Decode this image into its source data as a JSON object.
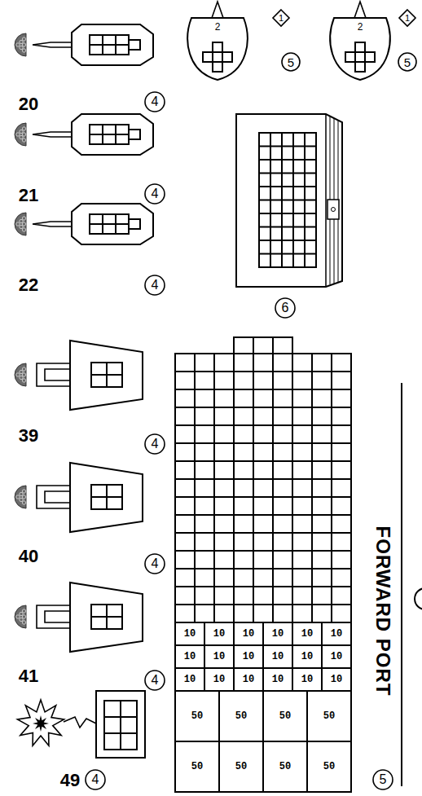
{
  "diagram": {
    "nodes": [
      {
        "text": [
          "1"
        ]
      },
      {
        "text": [
          "5"
        ]
      },
      {
        "text": [
          "1"
        ]
      },
      {
        "text": [
          "5"
        ]
      },
      {
        "text": [
          "4"
        ]
      },
      {
        "text": [
          "4"
        ]
      },
      {
        "text": [
          "6"
        ]
      },
      {
        "text": [
          "4"
        ]
      },
      {
        "text": [
          "4"
        ]
      },
      {
        "text": [
          "4"
        ]
      },
      {
        "text": [
          "4"
        ]
      },
      {
        "text": [
          "4"
        ]
      },
      {
        "text": [
          "5"
        ]
      }
    ],
    "labels": [
      "20",
      "21",
      "22",
      "39",
      "40",
      "41",
      "49",
      "2",
      "2",
      "10",
      "10",
      "10",
      "10",
      "10",
      "10",
      "10",
      "10",
      "10",
      "10",
      "10",
      "10",
      "10",
      "10",
      "10",
      "10",
      "10",
      "10",
      "50",
      "50",
      "50",
      "50",
      "50",
      "50",
      "50",
      "50",
      "FORWARD PORT"
    ]
  }
}
